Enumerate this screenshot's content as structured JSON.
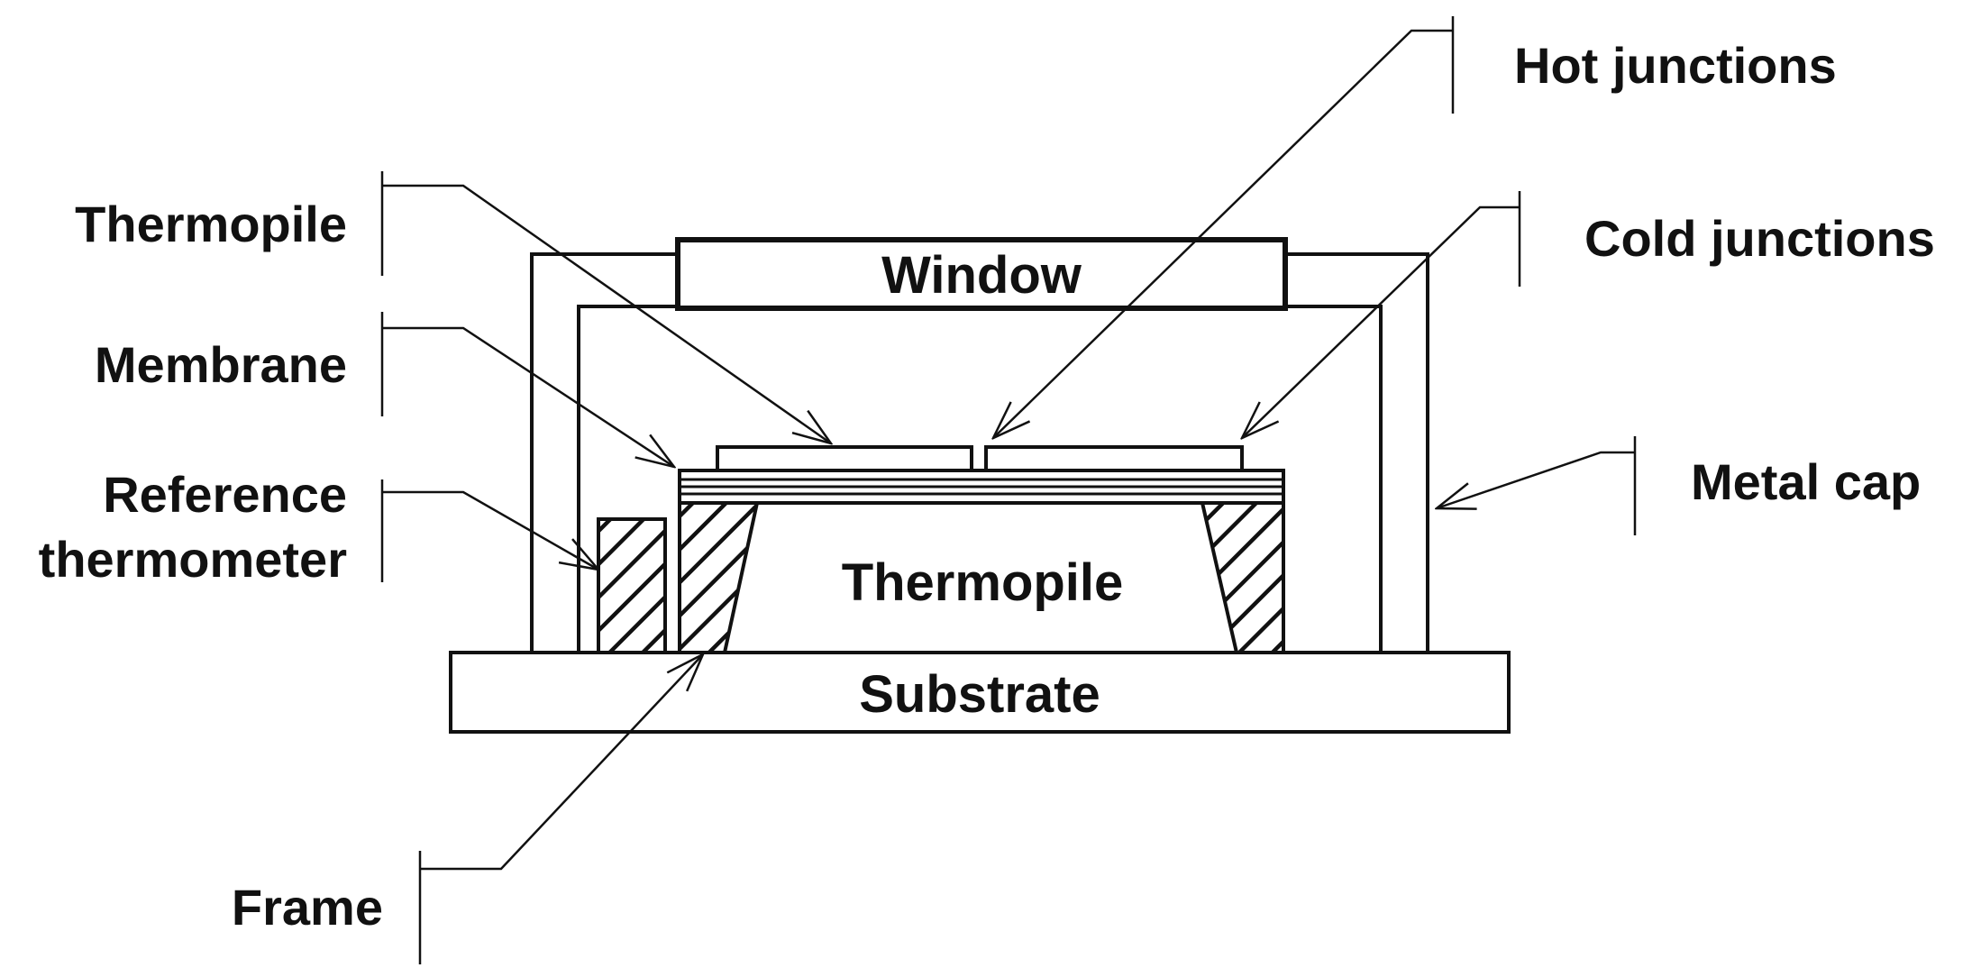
{
  "labels": {
    "hot_junctions": "Hot junctions",
    "thermopile_top": "Thermopile",
    "cold_junctions": "Cold junctions",
    "membrane": "Membrane",
    "metal_cap": "Metal cap",
    "reference_line1": "Reference",
    "reference_line2": "thermometer",
    "frame": "Frame",
    "window": "Window",
    "thermopile_body": "Thermopile",
    "substrate": "Substrate"
  },
  "colors": {
    "ink": "#111111",
    "background": "#ffffff"
  }
}
